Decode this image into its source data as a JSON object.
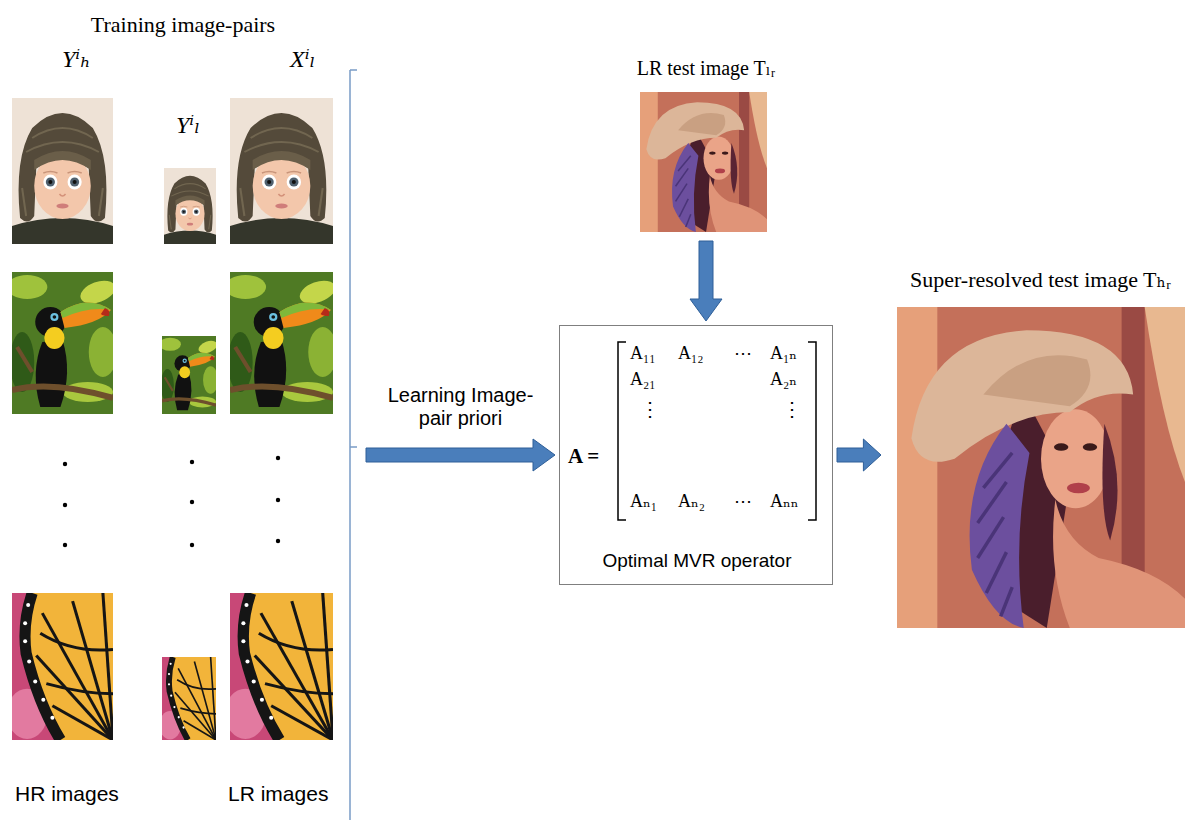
{
  "diagram": {
    "nodes": [
      {
        "text": [
          "Training image-pairs"
        ]
      },
      {
        "text": [
          "LR test image Tₗᵣ"
        ]
      },
      {
        "text": [
          "A =",
          "A₁₁",
          "A₁₂",
          "⋯",
          "A₁ₙ",
          "A₂₁",
          "A₂ₙ",
          "⋮",
          "⋮",
          "Aₙ₁",
          "Aₙ₂",
          "⋯",
          "Aₙₙ",
          "Optimal MVR operator"
        ]
      },
      {
        "text": [
          "Super-resolved test image Tₕᵣ"
        ]
      }
    ],
    "edges": [
      {
        "from": 0,
        "to": 2,
        "arrow": "to",
        "label": "Learning Image-pair priori"
      },
      {
        "from": 1,
        "to": 2,
        "arrow": "to"
      },
      {
        "from": 2,
        "to": 3,
        "arrow": "to"
      }
    ],
    "labels": [
      "Yⁱₕ",
      "Yⁱₗ",
      "Xⁱₗ",
      "HR images",
      "LR images"
    ]
  }
}
